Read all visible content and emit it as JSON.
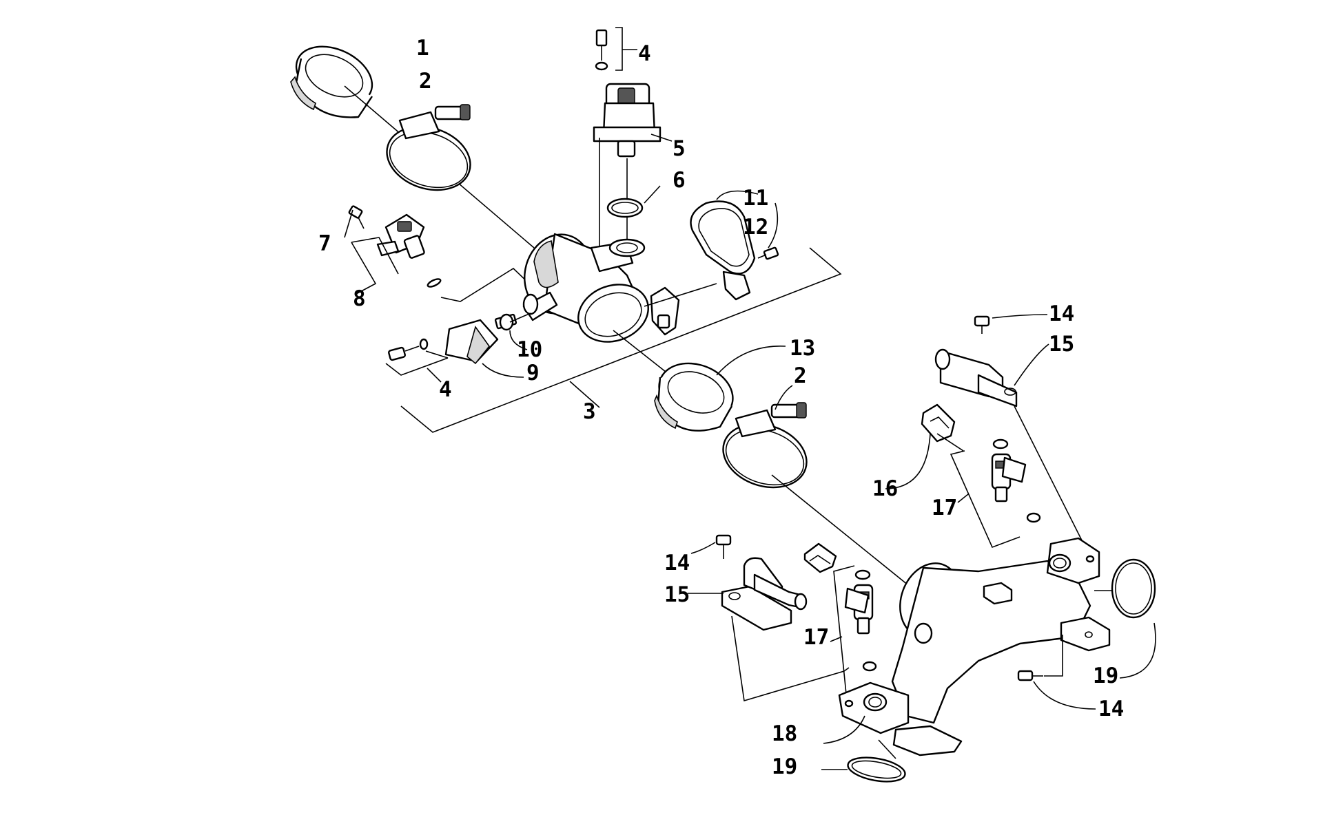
{
  "callouts": [
    {
      "id": "c1",
      "text": "1"
    },
    {
      "id": "c2a",
      "text": "2"
    },
    {
      "id": "c2b",
      "text": "2"
    },
    {
      "id": "c3",
      "text": "3"
    },
    {
      "id": "c4a",
      "text": "4"
    },
    {
      "id": "c4b",
      "text": "4"
    },
    {
      "id": "c5",
      "text": "5"
    },
    {
      "id": "c6",
      "text": "6"
    },
    {
      "id": "c7",
      "text": "7"
    },
    {
      "id": "c8",
      "text": "8"
    },
    {
      "id": "c9",
      "text": "9"
    },
    {
      "id": "c10",
      "text": "10"
    },
    {
      "id": "c11",
      "text": "11"
    },
    {
      "id": "c12",
      "text": "12"
    },
    {
      "id": "c13",
      "text": "13"
    },
    {
      "id": "c14a",
      "text": "14"
    },
    {
      "id": "c14b",
      "text": "14"
    },
    {
      "id": "c14c",
      "text": "14"
    },
    {
      "id": "c15a",
      "text": "15"
    },
    {
      "id": "c15b",
      "text": "15"
    },
    {
      "id": "c16",
      "text": "16"
    },
    {
      "id": "c17a",
      "text": "17"
    },
    {
      "id": "c17b",
      "text": "17"
    },
    {
      "id": "c18",
      "text": "18"
    },
    {
      "id": "c19a",
      "text": "19"
    },
    {
      "id": "c19b",
      "text": "19"
    }
  ],
  "colors": {
    "ink": "#000000",
    "paper": "#ffffff",
    "shade": "#d8d8d8"
  }
}
